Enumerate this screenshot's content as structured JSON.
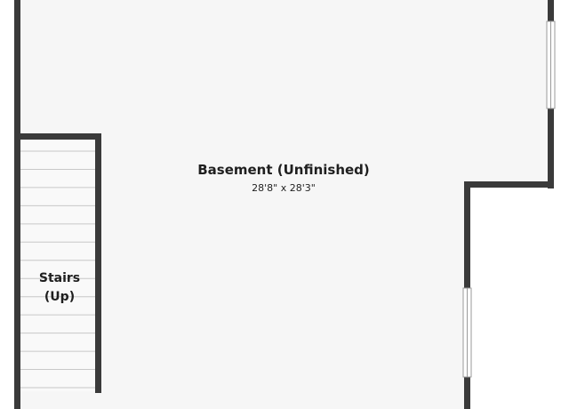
{
  "colors": {
    "background": "#ffffff",
    "floor": "#f6f6f6",
    "wall": "#3a3a3a",
    "stair_line": "#c8c8c8",
    "window_line": "#9a9a9a",
    "text": "#1f1f1f"
  },
  "rooms": {
    "basement": {
      "name": "Basement (Unfinished)",
      "dimensions": "28'8\" x 28'3\""
    },
    "stairs": {
      "line1": "Stairs",
      "line2": "(Up)"
    }
  },
  "stair_treads": 14
}
